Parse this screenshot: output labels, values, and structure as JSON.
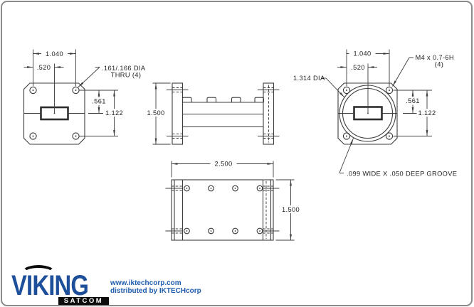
{
  "colors": {
    "background": "#ffffff",
    "frame_border": "#8a8a8a",
    "line": "#3c3c3c",
    "text": "#1f1f1f",
    "logo_brand_blue": "#1d4f9b",
    "logo_text_blue": "#1e5bad",
    "logo_black": "#0c0c0c"
  },
  "views": {
    "front": {
      "width": "1.040",
      "half_width": ".520",
      "hole_note_1": ".161/.166 DIA",
      "hole_note_2": "THRU (4)",
      "center_offset": ".561",
      "hole_span": "1.122"
    },
    "side": {
      "height": "1.500"
    },
    "groove": {
      "width": "1.040",
      "half_width": ".520",
      "thread_note_1": "M4 x 0.7-6H",
      "thread_note_2": "(4)",
      "groove_dia": "1.314 DIA",
      "center_offset": ".561",
      "hole_span": "1.122",
      "groove_note": ".099 WIDE X .050 DEEP GROOVE"
    },
    "plan": {
      "length": "2.500",
      "width": "1.500"
    }
  },
  "logo": {
    "brand": "VIKING",
    "sub_brand": "SATCOM",
    "website": "www.iktechcorp.com",
    "distributor": "distributed by IKTECHcorp"
  }
}
